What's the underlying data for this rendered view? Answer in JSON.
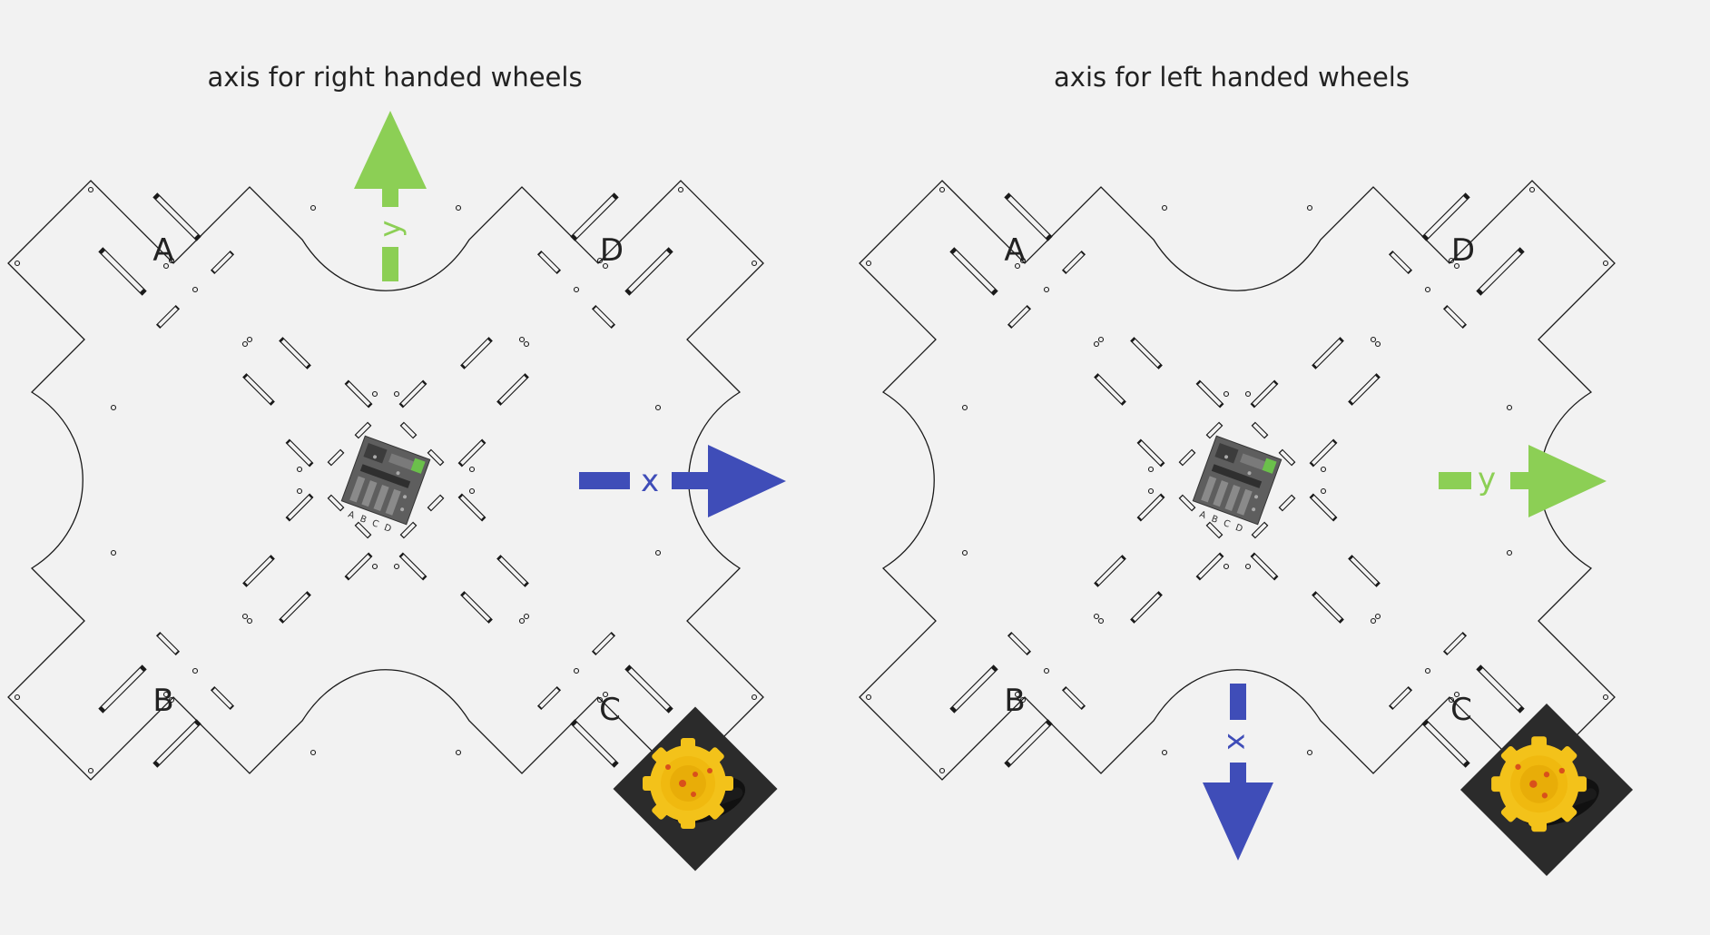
{
  "panels": [
    {
      "title": "axis for right handed wheels",
      "corners": {
        "a": "A",
        "b": "B",
        "c": "C",
        "d": "D"
      },
      "board_label": "A B C D",
      "axis_right_label": "x",
      "axis_right_color": "#3f4db8",
      "axis_vertical_label": "y",
      "axis_vertical_color": "#8ccf55",
      "axis_vertical_direction": "up"
    },
    {
      "title": "axis for left handed wheels",
      "corners": {
        "a": "A",
        "b": "B",
        "c": "C",
        "d": "D"
      },
      "board_label": "A B C D",
      "axis_right_label": "y",
      "axis_right_color": "#8ccf55",
      "axis_vertical_label": "x",
      "axis_vertical_color": "#3f4db8",
      "axis_vertical_direction": "down"
    }
  ],
  "colors": {
    "background": "#f2f2f2",
    "outline": "#1a1a1a",
    "wheel_hub": "#f3c21a",
    "wheel_tile": "#2b2b2b"
  },
  "icons": [
    "mecanum-wheel-icon",
    "controller-board-icon"
  ]
}
